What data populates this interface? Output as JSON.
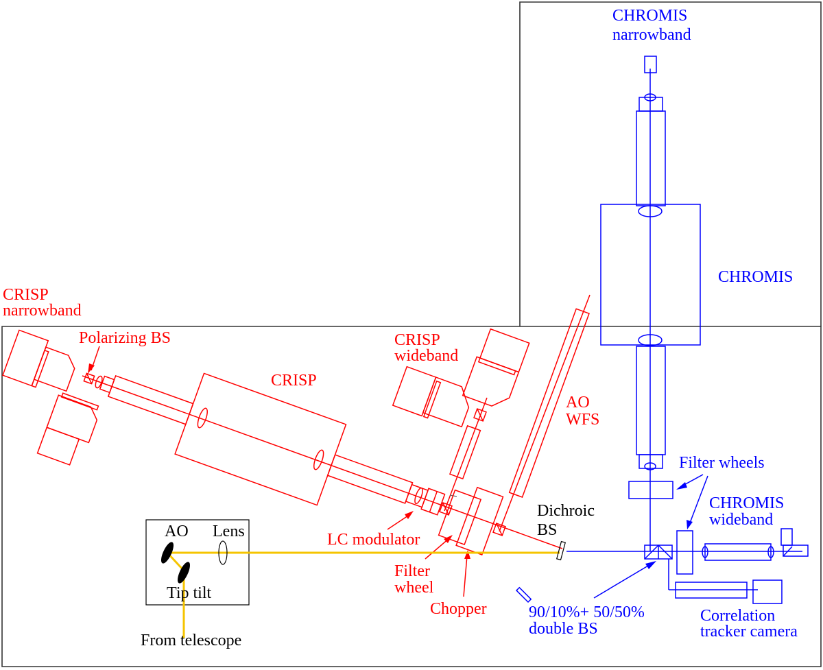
{
  "colors": {
    "crisp": "#ff0000",
    "chromis": "#0000ff",
    "beam_yellow": "#f5c400",
    "neutral": "#000000"
  },
  "labels": {
    "crisp_narrowband": [
      "CRISP",
      "narrowband"
    ],
    "polarizing_bs": "Polarizing BS",
    "crisp": "CRISP",
    "crisp_wideband": [
      "CRISP",
      "wideband"
    ],
    "ao_wfs": [
      "AO",
      "WFS"
    ],
    "lc_modulator": "LC modulator",
    "filter_wheel": [
      "Filter",
      "wheel"
    ],
    "chopper": "Chopper",
    "dichroic_bs": [
      "Dichroic",
      "BS"
    ],
    "ao": "AO",
    "lens": "Lens",
    "tip_tilt": "Tip tilt",
    "from_telescope": "From telescope",
    "chromis_narrowband": [
      "CHROMIS",
      "narrowband"
    ],
    "chromis": "CHROMIS",
    "filter_wheels": "Filter wheels",
    "chromis_wideband": [
      "CHROMIS",
      "wideband"
    ],
    "double_bs": [
      "90/10%+ 50/50%",
      "double BS"
    ],
    "correlation_tracker": [
      "Correlation",
      "tracker camera"
    ]
  }
}
